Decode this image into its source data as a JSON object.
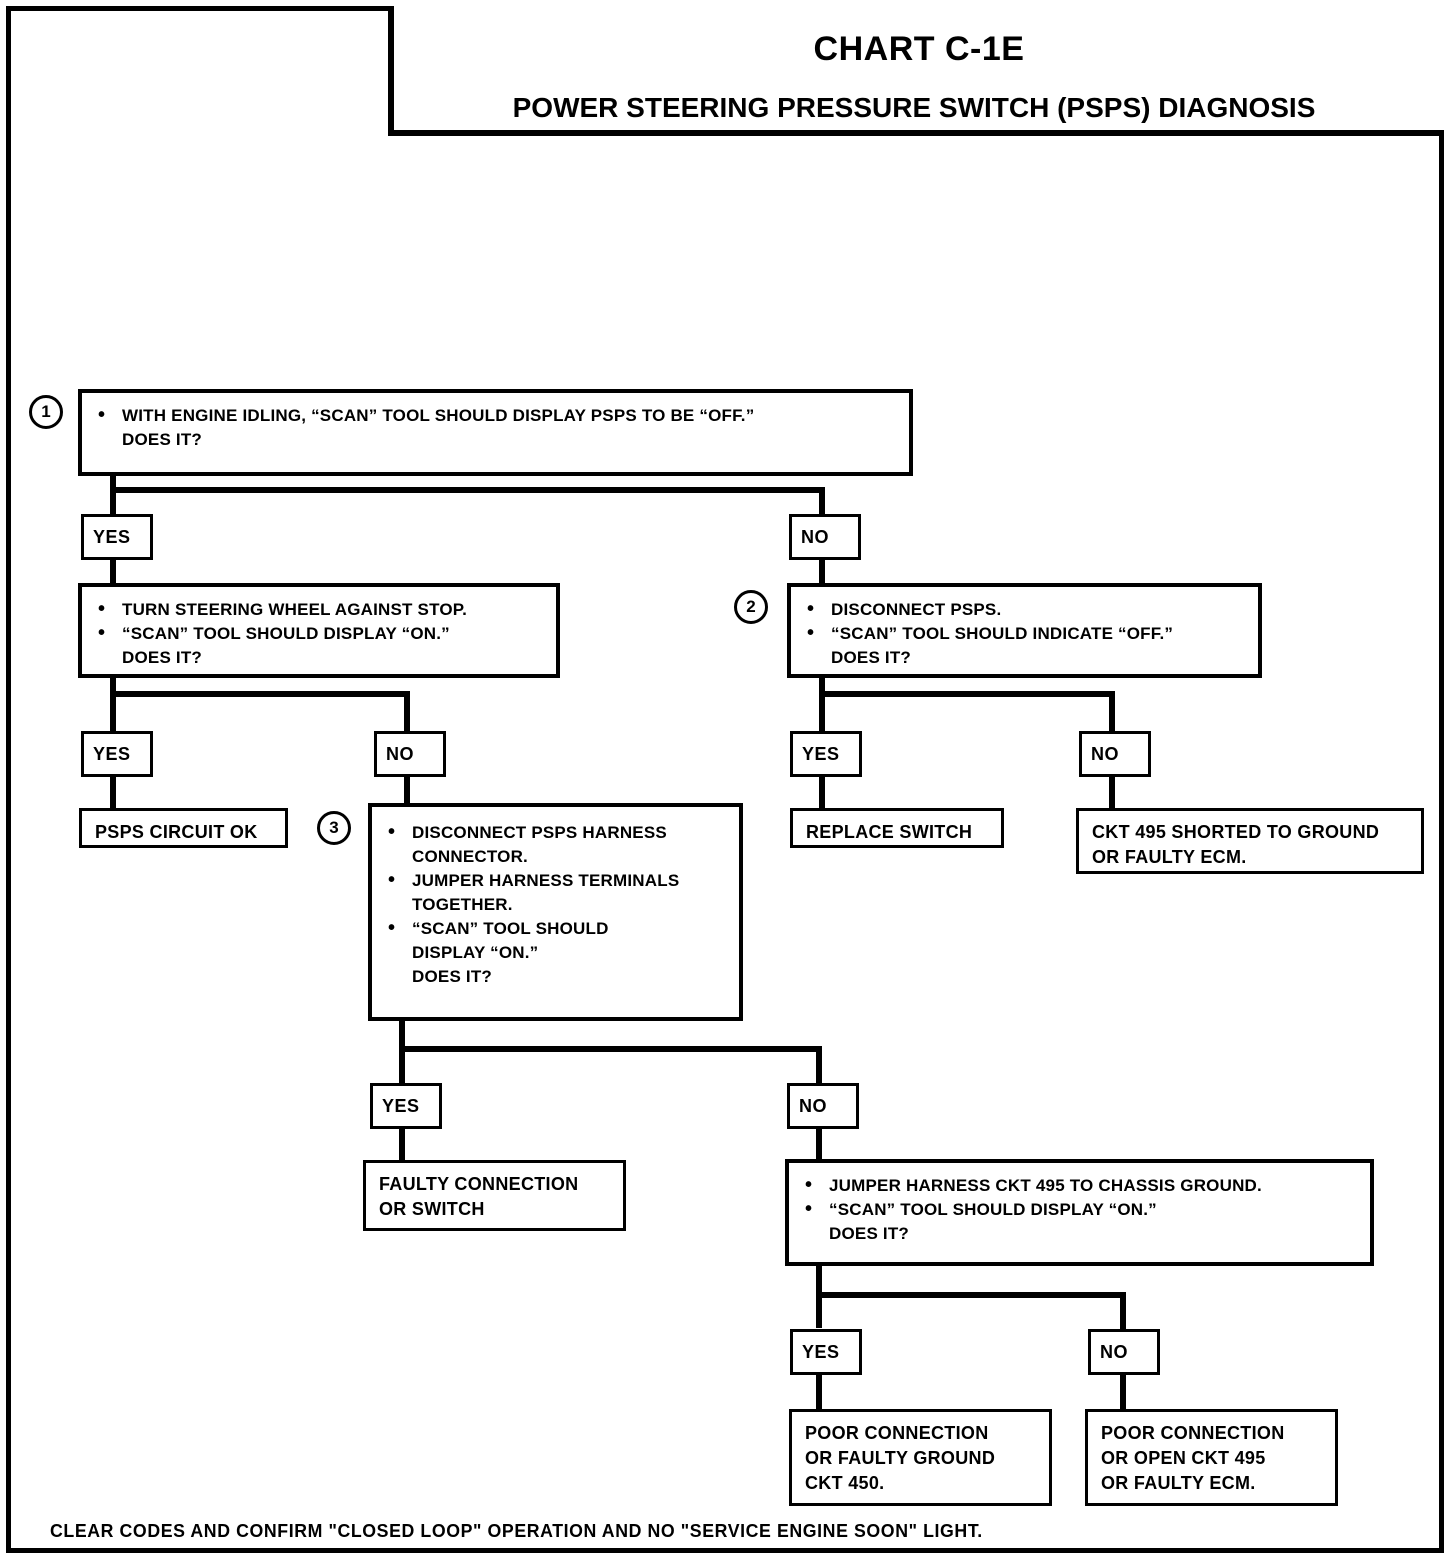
{
  "header": {
    "chart_id": "CHART C-1E",
    "subtitle": "POWER STEERING PRESSURE SWITCH (PSPS) DIAGNOSIS"
  },
  "labels": {
    "yes": "YES",
    "no": "NO"
  },
  "steps": {
    "one": "1",
    "two": "2",
    "three": "3"
  },
  "nodes": {
    "step1": {
      "bullets": [
        "WITH ENGINE IDLING, “SCAN” TOOL SHOULD DISPLAY PSPS TO BE “OFF.”\nDOES IT?"
      ]
    },
    "turn_wheel": {
      "bullets": [
        "TURN STEERING WHEEL AGAINST STOP.",
        "“SCAN” TOOL SHOULD DISPLAY “ON.”\nDOES IT?"
      ]
    },
    "step2": {
      "bullets": [
        "DISCONNECT PSPS.",
        "“SCAN” TOOL SHOULD INDICATE “OFF.”\nDOES IT?"
      ]
    },
    "psps_ok": {
      "text": "PSPS CIRCUIT OK"
    },
    "replace_switch": {
      "text": "REPLACE SWITCH"
    },
    "ckt495_short": {
      "text": "CKT 495 SHORTED TO GROUND\nOR FAULTY ECM."
    },
    "step3": {
      "bullets": [
        "DISCONNECT PSPS HARNESS\nCONNECTOR.",
        "JUMPER HARNESS TERMINALS\nTOGETHER.",
        "“SCAN” TOOL SHOULD\nDISPLAY “ON.”\nDOES IT?"
      ]
    },
    "faulty_connection": {
      "text": "FAULTY CONNECTION\nOR  SWITCH"
    },
    "jumper_ground": {
      "bullets": [
        "JUMPER HARNESS CKT 495 TO CHASSIS GROUND.",
        "“SCAN” TOOL SHOULD DISPLAY “ON.”\nDOES IT?"
      ]
    },
    "poor_ground": {
      "text": "POOR CONNECTION\nOR FAULTY GROUND\nCKT 450."
    },
    "poor_open": {
      "text": "POOR CONNECTION\nOR OPEN CKT 495\nOR FAULTY ECM."
    }
  },
  "footer": {
    "text": "CLEAR CODES AND CONFIRM \"CLOSED LOOP\" OPERATION  AND NO \"SERVICE ENGINE SOON\" LIGHT."
  },
  "colors": {
    "ink": "#000000",
    "paper": "#ffffff"
  }
}
